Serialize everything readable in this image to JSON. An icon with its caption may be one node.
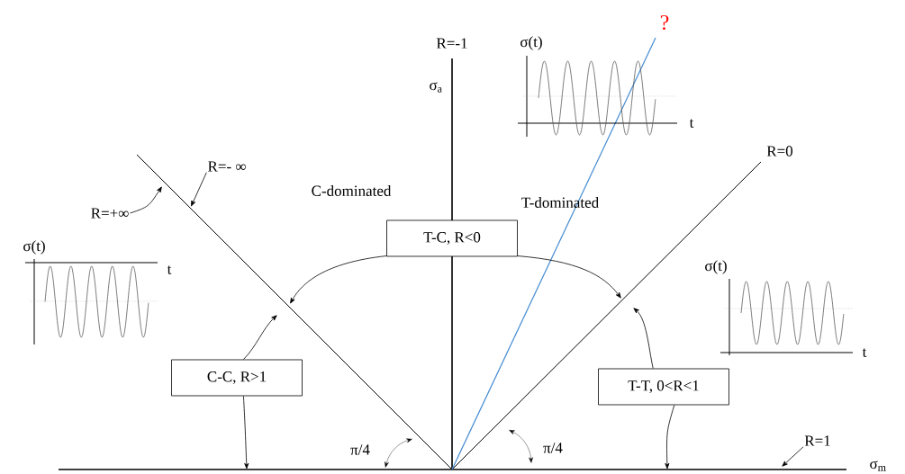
{
  "diagram": {
    "nodes": [
      {
        "text": [
          "R=- ∞"
        ]
      },
      {
        "text": [
          "R=+∞"
        ]
      },
      {
        "text": [
          "T-C, R<0"
        ]
      },
      {
        "text": [
          "C-C, R>1"
        ]
      },
      {
        "text": [
          "T-T, 0<R<1"
        ]
      },
      {
        "text": [
          "R=1"
        ]
      }
    ],
    "edges": [
      {
        "from": 0,
        "to": null,
        "arrow": "to"
      },
      {
        "from": 1,
        "to": null,
        "arrow": "to"
      },
      {
        "from": 2,
        "to": null,
        "arrow": "to"
      },
      {
        "from": 2,
        "to": null,
        "arrow": "to"
      },
      {
        "from": 3,
        "to": null,
        "arrow": "to"
      },
      {
        "from": 3,
        "to": null,
        "arrow": "to"
      },
      {
        "from": 4,
        "to": null,
        "arrow": "to"
      },
      {
        "from": 4,
        "to": null,
        "arrow": "to"
      },
      {
        "from": 5,
        "to": null,
        "arrow": "to"
      }
    ],
    "labels": [
      "?",
      "R=-1",
      "σ(t)",
      "σ$_{a}$",
      "t",
      "R=0",
      "C-dominated",
      "T-dominated",
      "σ(t)",
      "t",
      "σ(t)",
      "t",
      "π/4",
      "π/4",
      "σ$_{m}$"
    ]
  }
}
